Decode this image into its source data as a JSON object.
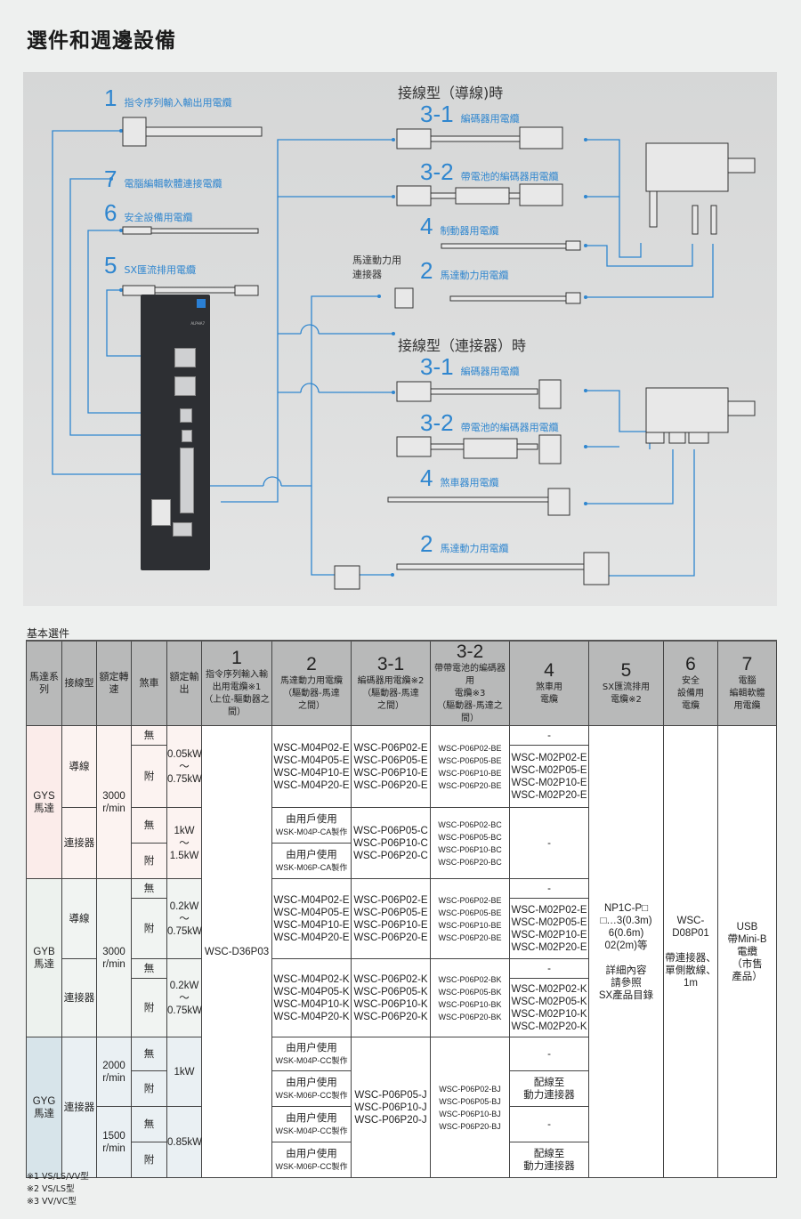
{
  "page_title": "選件和週邊設備",
  "diagram": {
    "cables_left": [
      {
        "num": "1",
        "label": "指令序列輸入輸出用電纜"
      },
      {
        "num": "7",
        "label": "電腦編輯軟體連接電纜"
      },
      {
        "num": "6",
        "label": "安全設備用電纜"
      },
      {
        "num": "5",
        "label": "SX匯流排用電纜"
      }
    ],
    "section_wire": {
      "heading": "接線型（導線)時",
      "cables": [
        {
          "num": "3-1",
          "label": "編碼器用電纜"
        },
        {
          "num": "3-2",
          "label": "帶電池的編碼器用電纜"
        },
        {
          "num": "4",
          "label": "制動器用電纜"
        },
        {
          "num": "2",
          "label": "馬達動力用電纜"
        }
      ],
      "power_connector_note": [
        "馬達動力用",
        "連接器"
      ]
    },
    "section_connector": {
      "heading": "接線型（連接器）時",
      "cables": [
        {
          "num": "3-1",
          "label": "編碼器用電纜"
        },
        {
          "num": "3-2",
          "label": "帶電池的編碼器用電纜"
        },
        {
          "num": "4",
          "label": "煞車器用電纜"
        },
        {
          "num": "2",
          "label": "馬達動力用電纜"
        }
      ]
    },
    "driver_label": "ALPHA7",
    "line_color": "#2f86cf"
  },
  "table": {
    "section_label": "基本選件",
    "headers": {
      "series": "馬達系列",
      "wiring": "接線型",
      "speed": "額定轉速",
      "brake": "煞車",
      "output": "額定輸出",
      "c1": {
        "num": "1",
        "l1": "指令序列輸入輸",
        "l2": "出用電纜※1",
        "l3": "（上位-驅動器之間）"
      },
      "c2": {
        "num": "2",
        "l1": "馬達動力用電纜",
        "l2": "（驅動器-馬達",
        "l3": "之間）"
      },
      "c31": {
        "num": "3-1",
        "l1": "編碼器用電纜※2",
        "l2": "（驅動器-馬達",
        "l3": "之間）"
      },
      "c32": {
        "num": "3-2",
        "l1": "帶帶電池的編碼器用",
        "l2": "電纜※3",
        "l3": "（驅動器-馬達之間）"
      },
      "c4": {
        "num": "4",
        "l1": "煞車用",
        "l2": "電纜"
      },
      "c5": {
        "num": "5",
        "l1": "SX匯流排用",
        "l2": "電纜※2"
      },
      "c6": {
        "num": "6",
        "l1": "安全",
        "l2": "設備用",
        "l3": "電纜"
      },
      "c7": {
        "num": "7",
        "l1": "電腦",
        "l2": "編輯軟體",
        "l3": "用電纜"
      }
    },
    "gys": {
      "series": "GYS\n馬達",
      "wiring_wire": "導線",
      "wiring_conn": "連接器",
      "speed": "3000\nr/min",
      "brake_no": "無",
      "brake_yes": "附",
      "output_wire": "0.05kW\n～\n0.75kW",
      "output_conn": "1kW\n～\n1.5kW",
      "c2_wire": [
        "WSC-M04P02-E",
        "WSC-M04P05-E",
        "WSC-M04P10-E",
        "WSC-M04P20-E"
      ],
      "c31_wire": [
        "WSC-P06P02-E",
        "WSC-P06P05-E",
        "WSC-P06P10-E",
        "WSC-P06P20-E"
      ],
      "c32_wire": [
        "WSC-P06P02-BE",
        "WSC-P06P05-BE",
        "WSC-P06P10-BE",
        "WSC-P06P20-BE"
      ],
      "c4_wire_no": "-",
      "c4_wire_yes": [
        "WSC-M02P02-E",
        "WSC-M02P05-E",
        "WSC-M02P10-E",
        "WSC-M02P20-E"
      ],
      "c2_conn_no": {
        "l1": "由用戶使用",
        "l2": "WSK-M04P-CA製作"
      },
      "c2_conn_yes": {
        "l1": "由用户使用",
        "l2": "WSK-M06P-CA製作"
      },
      "c31_conn": [
        "WSC-P06P05-C",
        "WSC-P06P10-C",
        "WSC-P06P20-C"
      ],
      "c32_conn": [
        "WSC-P06P02-BC",
        "WSC-P06P05-BC",
        "WSC-P06P10-BC",
        "WSC-P06P20-BC"
      ],
      "c4_conn": "-"
    },
    "gyb": {
      "series": "GYB\n馬達",
      "wiring_wire": "導線",
      "wiring_conn": "連接器",
      "speed": "3000\nr/min",
      "brake_no": "無",
      "brake_yes": "附",
      "output_wire": "0.2kW\n～\n0.75kW",
      "output_conn": "0.2kW\n～\n0.75kW",
      "c2_wire": [
        "WSC-M04P02-E",
        "WSC-M04P05-E",
        "WSC-M04P10-E",
        "WSC-M04P20-E"
      ],
      "c31_wire": [
        "WSC-P06P02-E",
        "WSC-P06P05-E",
        "WSC-P06P10-E",
        "WSC-P06P20-E"
      ],
      "c32_wire": [
        "WSC-P06P02-BE",
        "WSC-P06P05-BE",
        "WSC-P06P10-BE",
        "WSC-P06P20-BE"
      ],
      "c4_wire_no": "-",
      "c4_wire_yes": [
        "WSC-M02P02-E",
        "WSC-M02P05-E",
        "WSC-M02P10-E",
        "WSC-M02P20-E"
      ],
      "c2_conn": [
        "WSC-M04P02-K",
        "WSC-M04P05-K",
        "WSC-M04P10-K",
        "WSC-M04P20-K"
      ],
      "c31_conn": [
        "WSC-P06P02-K",
        "WSC-P06P05-K",
        "WSC-P06P10-K",
        "WSC-P06P20-K"
      ],
      "c32_conn": [
        "WSC-P06P02-BK",
        "WSC-P06P05-BK",
        "WSC-P06P10-BK",
        "WSC-P06P20-BK"
      ],
      "c4_conn_no": "-",
      "c4_conn_yes": [
        "WSC-M02P02-K",
        "WSC-M02P05-K",
        "WSC-M02P10-K",
        "WSC-M02P20-K"
      ]
    },
    "gyg": {
      "series": "GYG\n馬達",
      "wiring": "連接器",
      "speed_2000": "2000\nr/min",
      "speed_1500": "1500\nr/min",
      "brake_no": "無",
      "brake_yes": "附",
      "output_2000": "1kW",
      "output_1500": "0.85kW",
      "c2_a": {
        "l1": "由用户使用",
        "l2": "WSK-M04P-CC製作"
      },
      "c2_b": {
        "l1": "由用户使用",
        "l2": "WSK-M06P-CC製作"
      },
      "c2_c": {
        "l1": "由用户使用",
        "l2": "WSK-M04P-CC製作"
      },
      "c2_d": {
        "l1": "由用户使用",
        "l2": "WSK-M06P-CC製作"
      },
      "c31": [
        "WSC-P06P05-J",
        "WSC-P06P10-J",
        "WSC-P06P20-J"
      ],
      "c32": [
        "WSC-P06P02-BJ",
        "WSC-P06P05-BJ",
        "WSC-P06P10-BJ",
        "WSC-P06P20-BJ"
      ],
      "c4_no": "-",
      "c4_yes": "配線至\n動力連接器"
    },
    "shared": {
      "c1": "WSC-D36P03",
      "c5": [
        "NP1C-P□",
        "□…3(0.3m)",
        "6(0.6m)",
        "02(2m)等",
        "",
        "詳細內容",
        "請參照",
        "SX產品目錄"
      ],
      "c6": [
        "WSC-",
        "D08P01",
        "",
        "帶連接器、",
        "單側散線、",
        "1m"
      ],
      "c7": [
        "USB",
        "帶Mini-B",
        "電纜",
        "（市售",
        "產品）"
      ]
    }
  },
  "notes": [
    "※1 VS/LS/VV型",
    "※2 VS/LS型",
    "※3 VV/VC型"
  ]
}
